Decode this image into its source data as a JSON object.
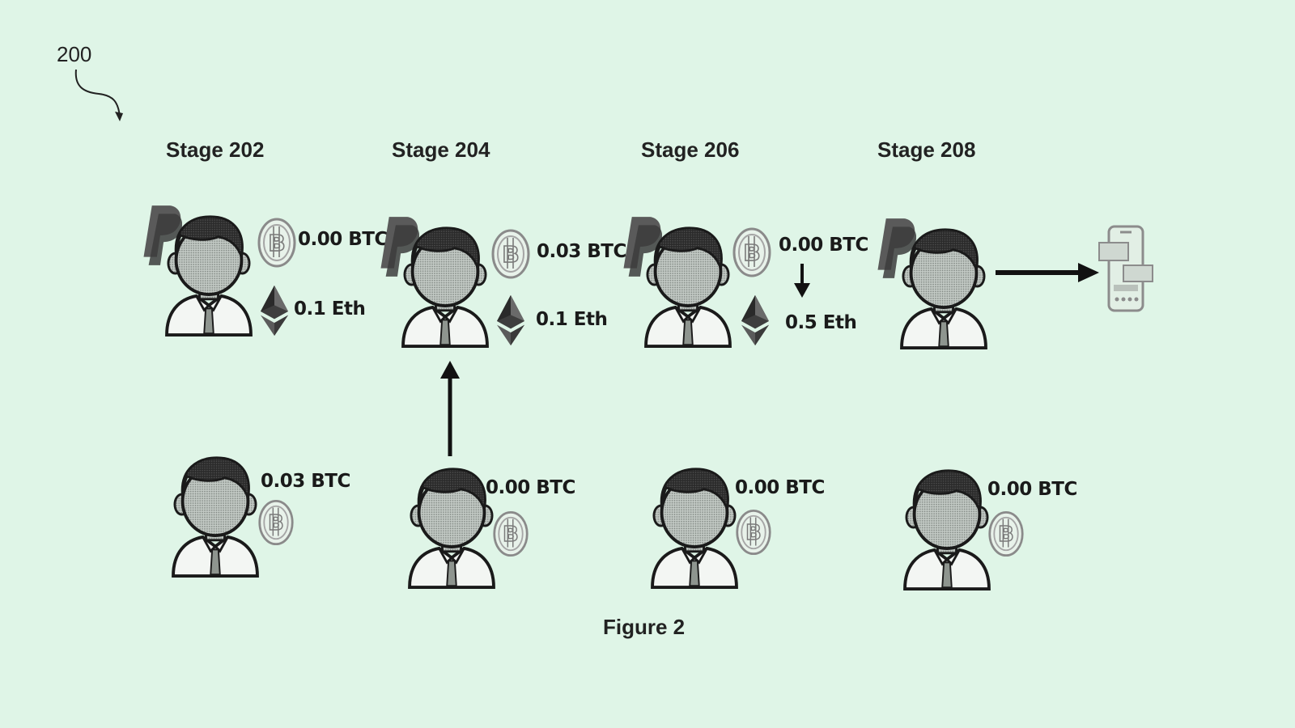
{
  "figure": {
    "reference_number": "200",
    "caption": "Figure 2"
  },
  "stages": [
    {
      "title": "Stage 202",
      "top_user": {
        "btc": "0.00 BTC",
        "eth": "0.1 Eth",
        "brand_icon": "paypal-icon"
      },
      "bottom_user": {
        "btc": "0.03 BTC"
      }
    },
    {
      "title": "Stage 204",
      "top_user": {
        "btc": "0.03 BTC",
        "eth": "0.1 Eth",
        "brand_icon": "paypal-icon"
      },
      "bottom_user": {
        "btc": "0.00 BTC"
      }
    },
    {
      "title": "Stage 206",
      "top_user": {
        "btc": "0.00 BTC",
        "eth": "0.5 Eth",
        "brand_icon": "paypal-icon"
      },
      "bottom_user": {
        "btc": "0.00 BTC"
      }
    },
    {
      "title": "Stage 208",
      "top_user": {
        "brand_icon": "paypal-icon",
        "target_icon": "mobile-device-icon"
      },
      "bottom_user": {
        "btc": "0.00 BTC"
      }
    }
  ],
  "colors": {
    "background": "#dff5e7",
    "ink": "#1a1a1a",
    "person_face": "#a9b0ab",
    "paypal": "#4a4a4a"
  }
}
